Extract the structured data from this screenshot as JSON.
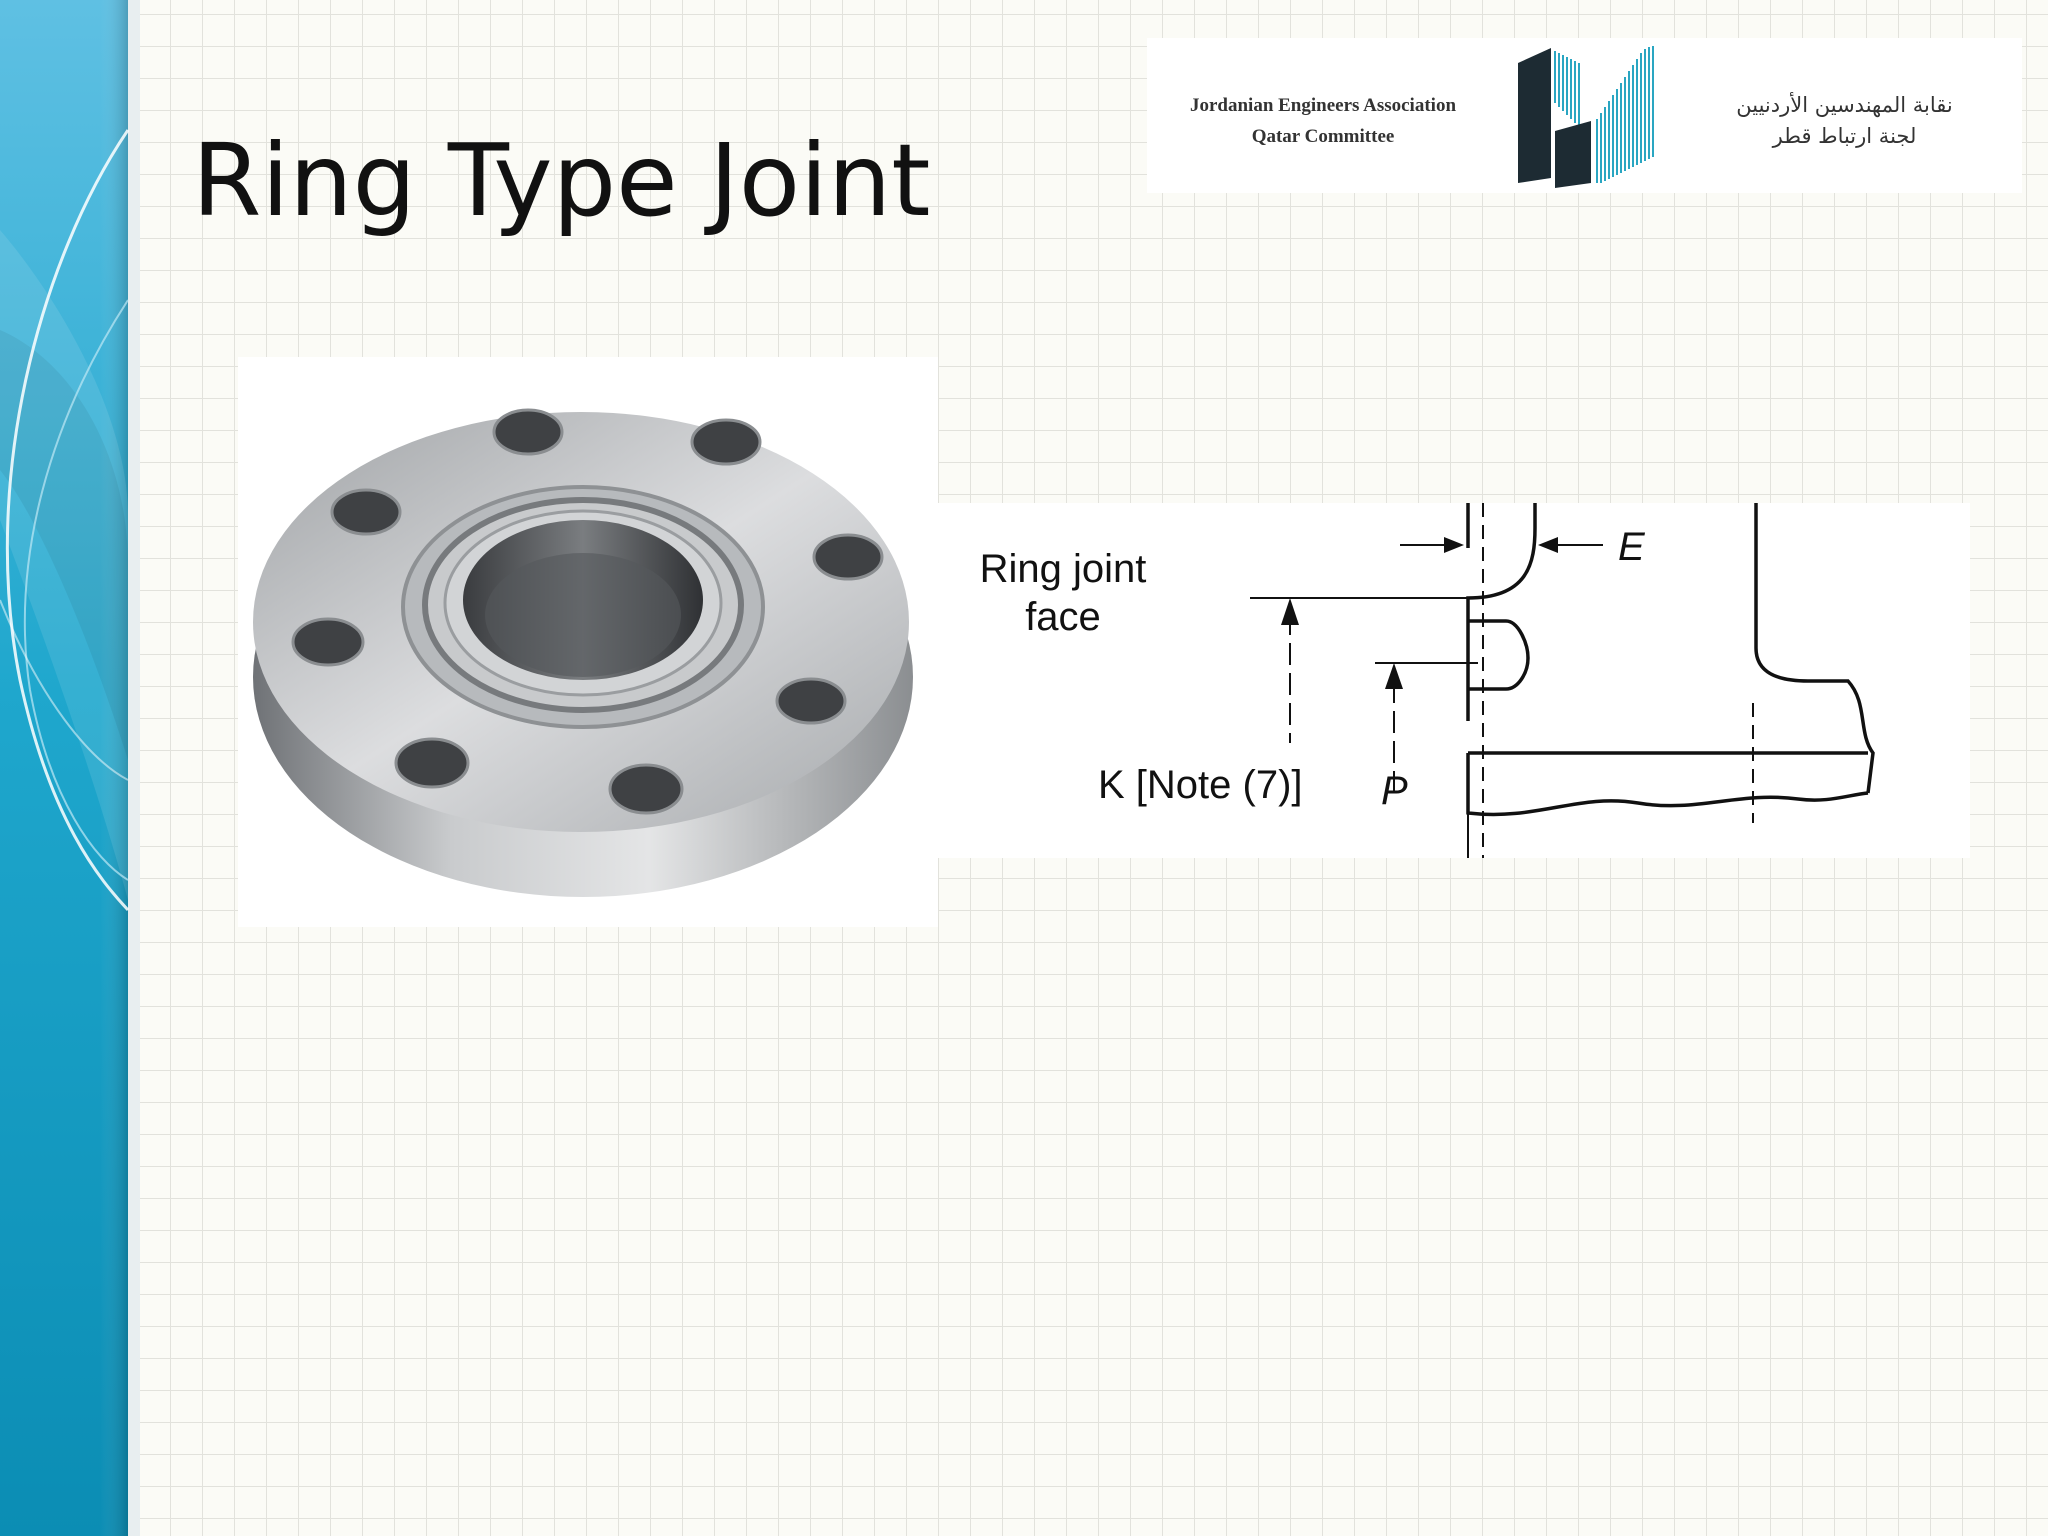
{
  "slide": {
    "title": "Ring Type Joint",
    "accent_color": "#1aa2c6"
  },
  "logo": {
    "english_line1": "Jordanian Engineers Association",
    "english_line2": "Qatar Committee",
    "arabic_line1": "نقابة المهندسين الأردنيين",
    "arabic_line2": "لجنة ارتباط قطر",
    "mark_color": "#2aa6c2"
  },
  "flange_photo": {
    "icon": "flange-photo-icon",
    "bolt_holes": 8
  },
  "diagram": {
    "ring_joint_label_line1": "Ring joint",
    "ring_joint_label_line2": "face",
    "e_label": "E",
    "k_label": "K [Note (7)]",
    "p_label": "P"
  }
}
